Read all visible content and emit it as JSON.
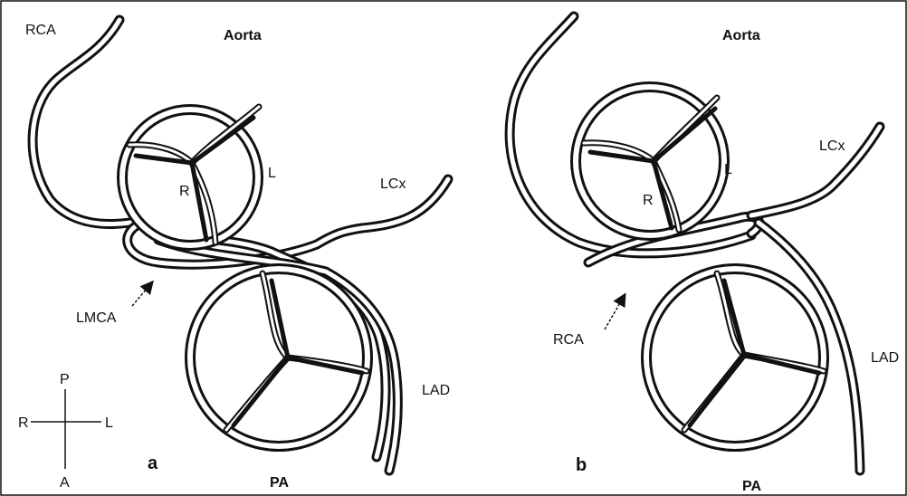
{
  "panel_a": {
    "letter": "a",
    "aorta": "Aorta",
    "pa": "PA",
    "cusp_r": "R",
    "cusp_l": "L",
    "rca": "RCA",
    "lcx": "LCx",
    "lad": "LAD",
    "lmca": "LMCA"
  },
  "panel_b": {
    "letter": "b",
    "aorta": "Aorta",
    "pa": "PA",
    "cusp_r": "R",
    "cusp_l": "L",
    "lcx": "LCx",
    "lad": "LAD",
    "rca": "RCA"
  },
  "orientation": {
    "p": "P",
    "a": "A",
    "r": "R",
    "l": "L"
  }
}
